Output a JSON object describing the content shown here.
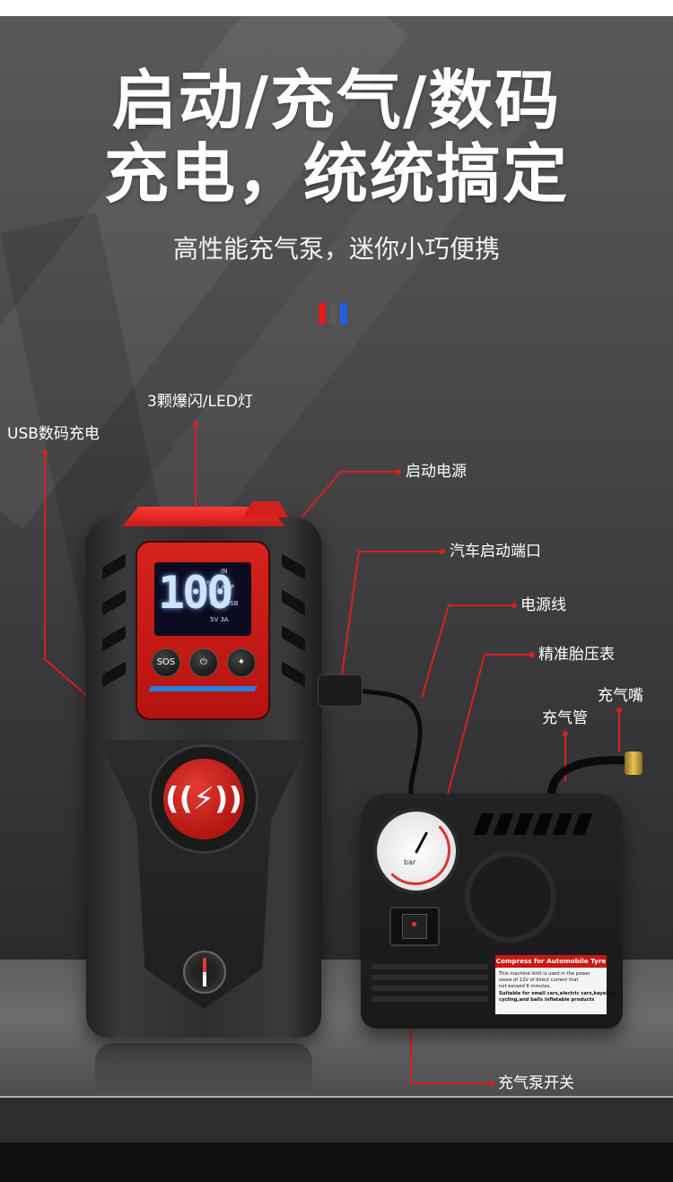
{
  "headline": {
    "line1": "启动/充气/数码",
    "line2": "充电，统统搞定"
  },
  "subtitle": "高性能充气泵，迷你小巧便携",
  "accent_colors": {
    "red": "#e31b1b",
    "gray": "#5a5a5a",
    "blue": "#1f5fe0",
    "line": "#d7201c"
  },
  "callouts": {
    "usb": "USB数码充电",
    "led": "3颗爆闪/LED灯",
    "power": "启动电源",
    "port": "汽车启动端口",
    "cable": "电源线",
    "gauge": "精准胎压表",
    "nozzle": "充气嘴",
    "hose": "充气管",
    "switch": "充气泵开关"
  },
  "starter": {
    "digits": "100",
    "percent": "%",
    "lcd_in": "IN",
    "lcd_lamp": "LAMP",
    "lcd_out": "OUT USB",
    "lcd_spec": "5V 3A",
    "btn_sos": "SOS",
    "icons": [
      "power-icon",
      "flashlight-icon",
      "wireless-charging-icon",
      "compass-icon"
    ]
  },
  "compressor": {
    "sticker_title": "Compress for Automobile Tyre",
    "sticker_lines": [
      "This machine limit is used in the power",
      "soure of 12V of direct current that",
      "not exceed 8 minutes.",
      "Suitable for small cars,electric cars,kayaking",
      "cycling,and balls inflatable products"
    ],
    "gauge_text": "bar"
  }
}
